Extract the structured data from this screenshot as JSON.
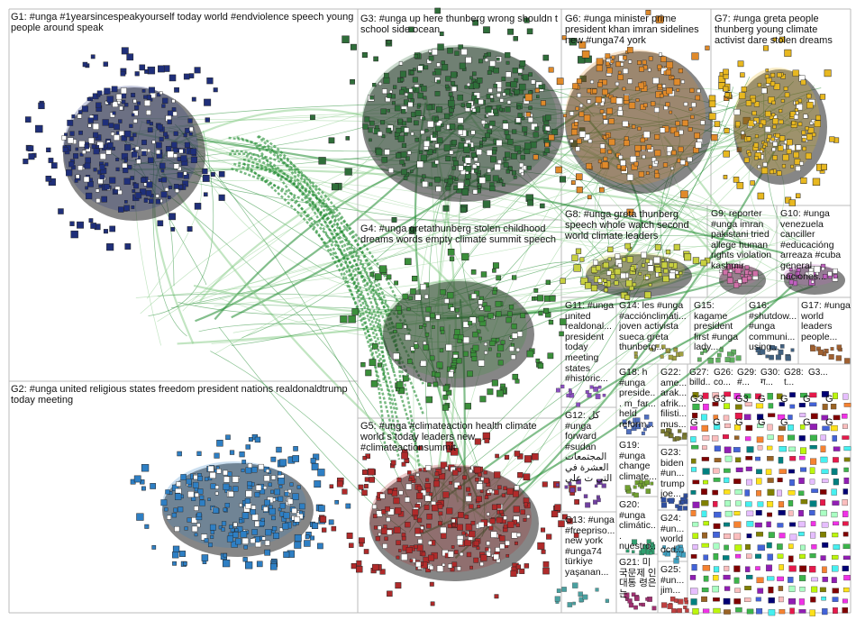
{
  "groups": [
    {
      "id": "G1",
      "label": "G1: #unga #1yearsincespeakyourself today world #endviolence speech young people around speak",
      "color": "#1f2f7a"
    },
    {
      "id": "G2",
      "label": "G2: #unga united religious states freedom president nations realdonaldtrump today meeting",
      "color": "#2e7fc4"
    },
    {
      "id": "G3",
      "label": "G3: #unga up here thunberg wrong shouldn t school side ocean",
      "color": "#2f6e3a"
    },
    {
      "id": "G4",
      "label": "G4: #unga gretathunberg stolen childhood dreams words empty climate summit speech",
      "color": "#3a8f3a"
    },
    {
      "id": "G5",
      "label": "G5: #unga #climateaction health climate world s today leaders new #climateactionsummit",
      "color": "#b02a2a"
    },
    {
      "id": "G6",
      "label": "G6: #unga minister prime president khan imran sidelines new #unga74 york",
      "color": "#e08a2a"
    },
    {
      "id": "G7",
      "label": "G7: #unga greta people thunberg young climate activist dare stolen dreams",
      "color": "#e8b820"
    },
    {
      "id": "G8",
      "label": "G8: #unga greta thunberg speech whole watch second world climate leaders",
      "color": "#c8d040"
    },
    {
      "id": "G9",
      "label": "G9: reporter #unga imran pakistani tried allege human rights violation kashmir",
      "color": "#d070a8"
    },
    {
      "id": "G10",
      "label": "G10: #unga venezuela canciller #educacióng arreaza #cuba general naciones...",
      "color": "#c060c0"
    },
    {
      "id": "G11",
      "label": "G11: #unga united realdonal... president today meeting states #historic...",
      "color": "#8a50c0"
    },
    {
      "id": "G12",
      "label": "G12: كل #unga forward #sudan المجتمعات العشرة في التي ت علي",
      "color": "#7040a0"
    },
    {
      "id": "G13",
      "label": "G13: #unga #freepriso... new york #unga74 türkiye yaşanan...",
      "color": "#4aa0a0"
    },
    {
      "id": "G14",
      "label": "G14: les #unga #acciónclimáti... joven activista sueca greta thunberg...",
      "color": "#a0a040"
    },
    {
      "id": "G15",
      "label": "G15: kagame president first #unga lady...",
      "color": "#60b060"
    },
    {
      "id": "G16",
      "label": "G16: #shutdow... #unga communi... using...",
      "color": "#406080"
    },
    {
      "id": "G17",
      "label": "G17: #unga world leaders people...",
      "color": "#a06030"
    },
    {
      "id": "G18",
      "label": "G18: h #unga preside... m_far... held reform...",
      "color": "#5070c0"
    },
    {
      "id": "G19",
      "label": "G19: #unga change climate...",
      "color": "#70a030"
    },
    {
      "id": "G20",
      "label": "G20: #unga climátic... nuestro...",
      "color": "#30a070"
    },
    {
      "id": "G21",
      "label": "G21: 미 국문제 인 대통 령은 는",
      "color": "#a03070"
    },
    {
      "id": "G22",
      "label": "G22: ame... arak... afrik... filisti... mus...",
      "color": "#7a7a30"
    },
    {
      "id": "G23",
      "label": "G23: biden #un... trump joe...",
      "color": "#3050a0"
    },
    {
      "id": "G24",
      "label": "G24: #un... world ocd...",
      "color": "#40a0c0"
    },
    {
      "id": "G25",
      "label": "G25: #un... jim...",
      "color": "#c04040"
    },
    {
      "id": "G26",
      "label": "G26: co...",
      "color": "#5050a0"
    },
    {
      "id": "G27",
      "label": "G27: billd...",
      "color": "#a05050"
    },
    {
      "id": "G28",
      "label": "G28: t...",
      "color": "#50a050"
    },
    {
      "id": "G29",
      "label": "G29: #...",
      "color": "#a0a050"
    },
    {
      "id": "G30",
      "label": "G30: ग...",
      "color": "#50a0a0"
    },
    {
      "id": "G3x",
      "label": "G3...",
      "color": "#808080"
    }
  ],
  "colors": {
    "edge_green": "#1e8a2e",
    "edge_light": "#8fd08f",
    "grid_line": "#bbbbbb"
  },
  "small_cell_labels": [
    "G3",
    "G3",
    "G3",
    "G",
    "G",
    "G",
    "G",
    "G",
    "G",
    "G",
    "G",
    "G",
    "G",
    "G"
  ]
}
